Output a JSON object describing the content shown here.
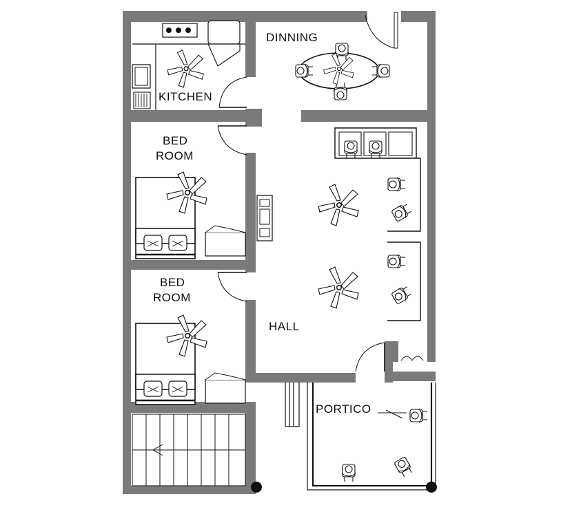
{
  "rooms": {
    "kitchen": "KITCHEN",
    "dining": "DINNING",
    "bedroom1_line1": "BED",
    "bedroom1_line2": "ROOM",
    "bedroom2_line1": "BED",
    "bedroom2_line2": "ROOM",
    "hall": "HALL",
    "portico": "PORTICO"
  },
  "colors": {
    "wall": "#7a7a7a",
    "line": "#111111",
    "background": "#ffffff"
  },
  "icons": [
    "ceiling-fan-icon",
    "bed-icon",
    "sofa-icon",
    "dining-table-icon",
    "stove-icon",
    "sink-icon",
    "fridge-icon",
    "tv-unit-icon",
    "staircase-icon",
    "door-swing-icon",
    "person-seated-icon",
    "column-icon"
  ]
}
